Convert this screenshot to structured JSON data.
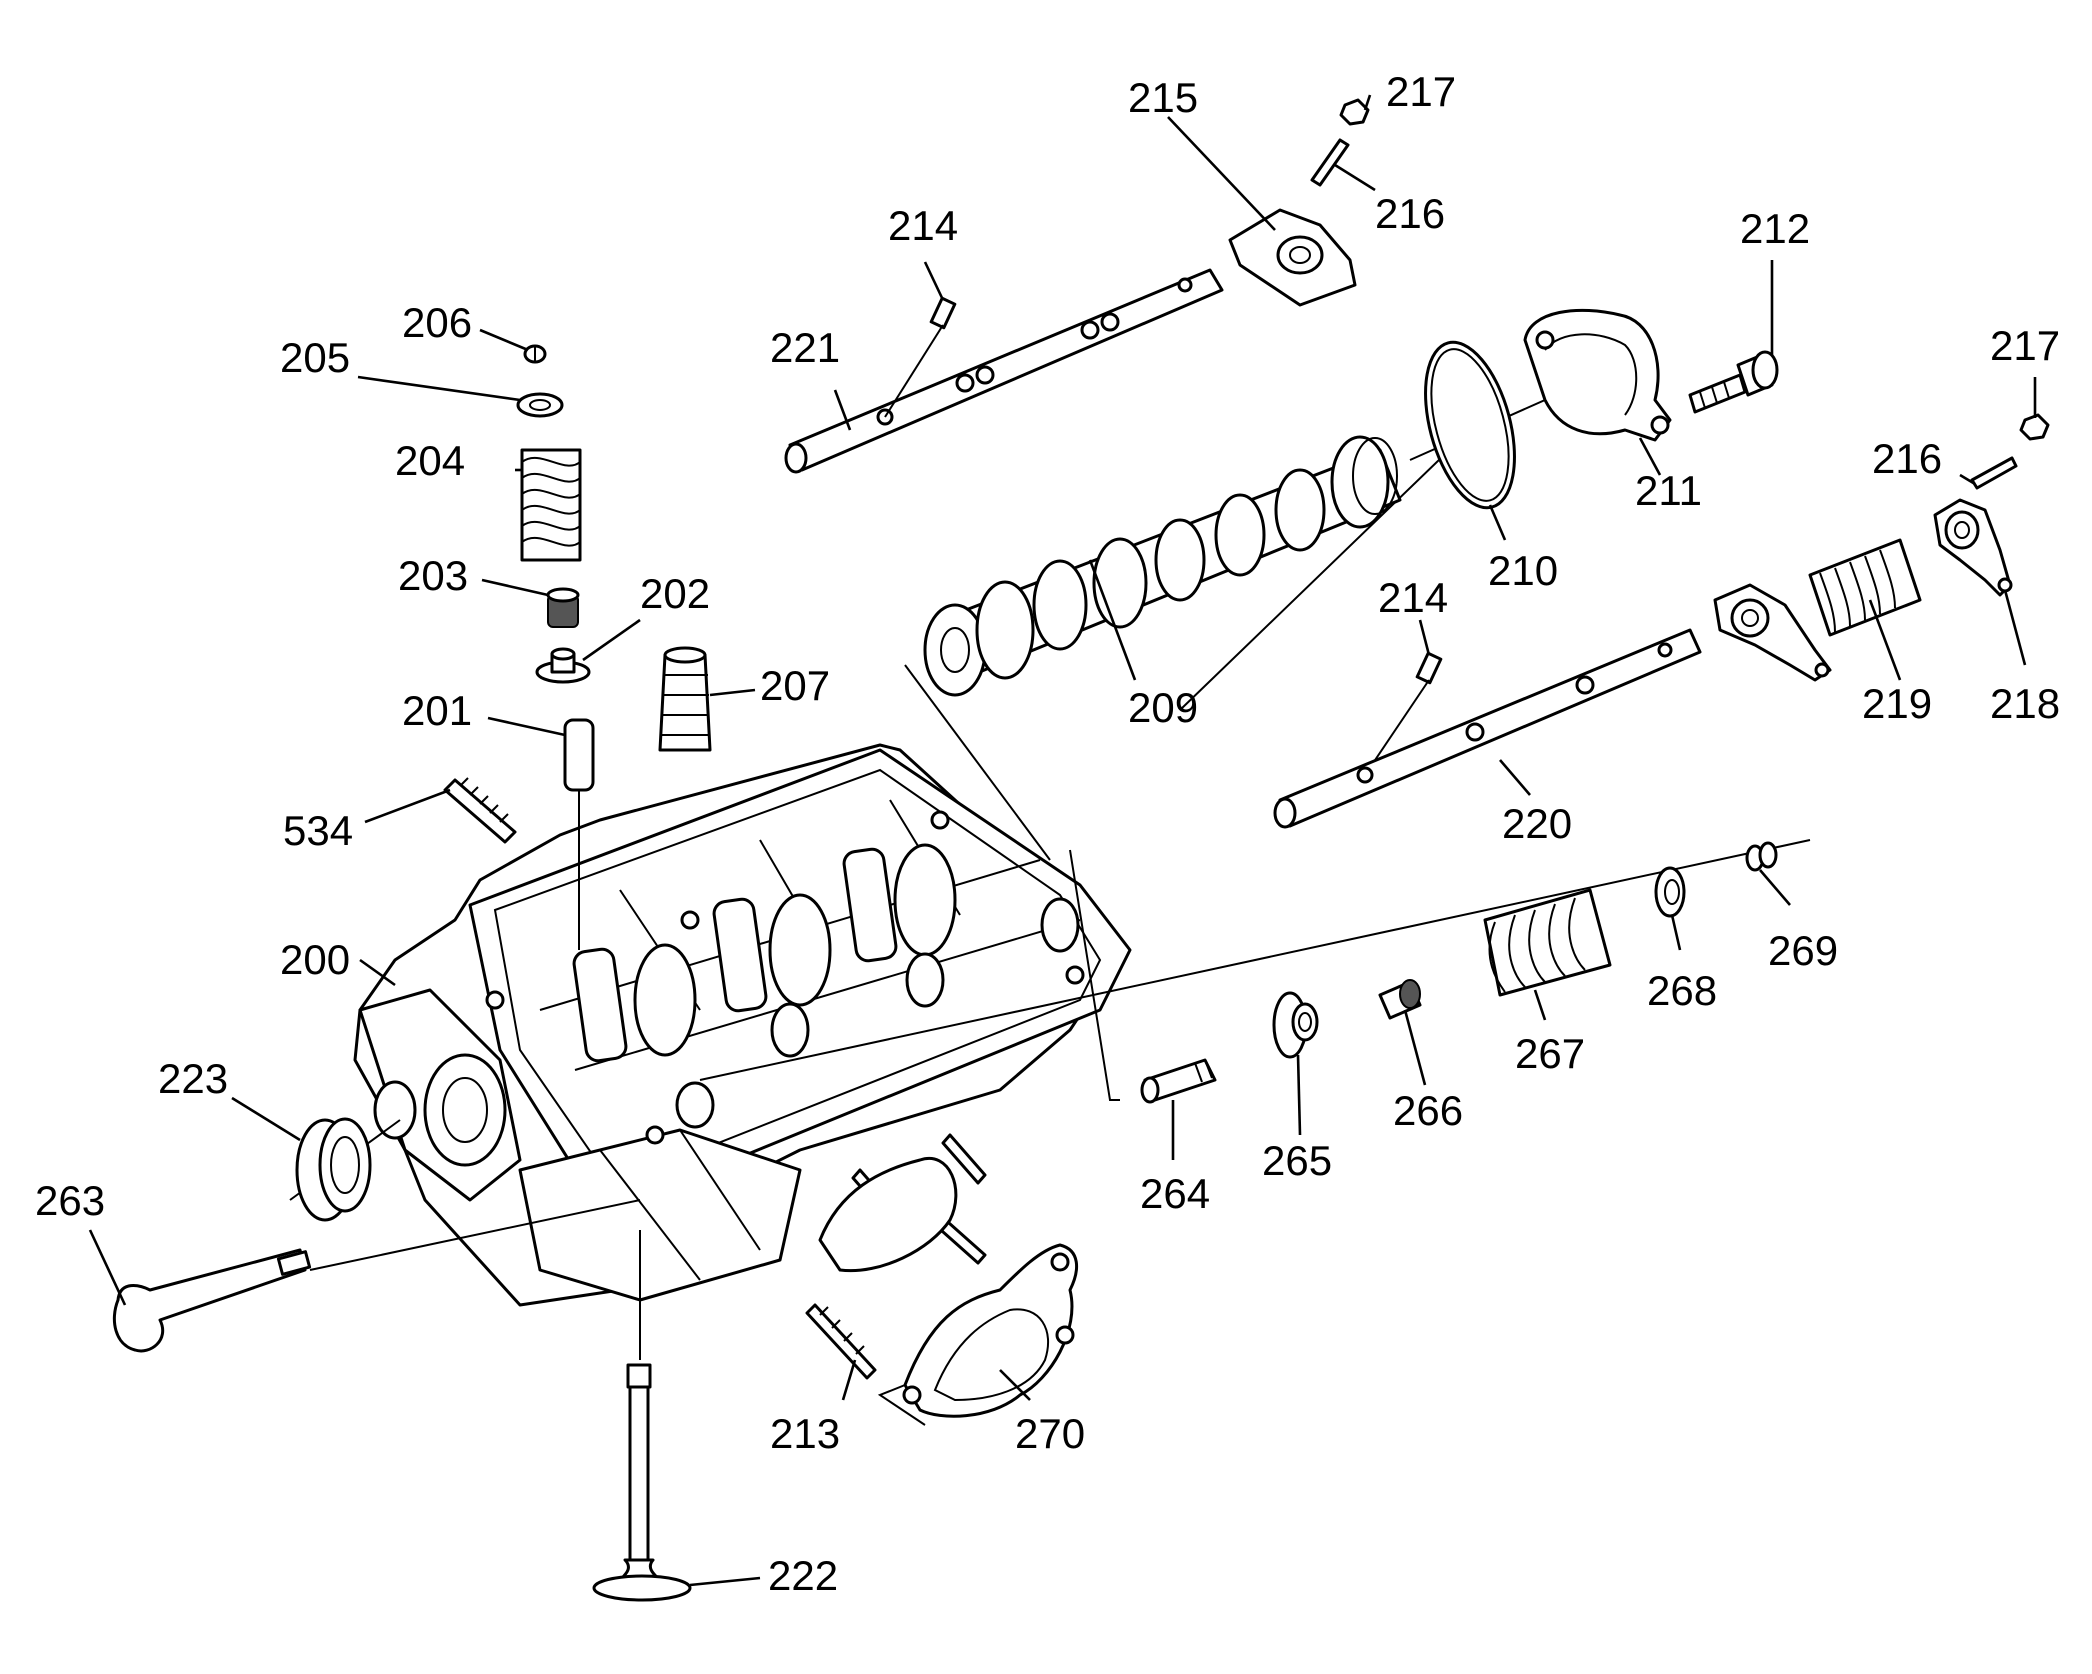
{
  "diagram": {
    "callouts": [
      {
        "id": "n200",
        "text": "200"
      },
      {
        "id": "n201",
        "text": "201"
      },
      {
        "id": "n202",
        "text": "202"
      },
      {
        "id": "n203",
        "text": "203"
      },
      {
        "id": "n204",
        "text": "204"
      },
      {
        "id": "n205",
        "text": "205"
      },
      {
        "id": "n206",
        "text": "206"
      },
      {
        "id": "n207",
        "text": "207"
      },
      {
        "id": "n209",
        "text": "209"
      },
      {
        "id": "n210",
        "text": "210"
      },
      {
        "id": "n211",
        "text": "211"
      },
      {
        "id": "n212",
        "text": "212"
      },
      {
        "id": "n213",
        "text": "213"
      },
      {
        "id": "n214a",
        "text": "214"
      },
      {
        "id": "n214b",
        "text": "214"
      },
      {
        "id": "n215",
        "text": "215"
      },
      {
        "id": "n216a",
        "text": "216"
      },
      {
        "id": "n216b",
        "text": "216"
      },
      {
        "id": "n217a",
        "text": "217"
      },
      {
        "id": "n217b",
        "text": "217"
      },
      {
        "id": "n218",
        "text": "218"
      },
      {
        "id": "n219",
        "text": "219"
      },
      {
        "id": "n220",
        "text": "220"
      },
      {
        "id": "n221",
        "text": "221"
      },
      {
        "id": "n222",
        "text": "222"
      },
      {
        "id": "n223",
        "text": "223"
      },
      {
        "id": "n263",
        "text": "263"
      },
      {
        "id": "n264",
        "text": "264"
      },
      {
        "id": "n265",
        "text": "265"
      },
      {
        "id": "n266",
        "text": "266"
      },
      {
        "id": "n267",
        "text": "267"
      },
      {
        "id": "n268",
        "text": "268"
      },
      {
        "id": "n269",
        "text": "269"
      },
      {
        "id": "n270",
        "text": "270"
      },
      {
        "id": "n534",
        "text": "534"
      }
    ]
  }
}
